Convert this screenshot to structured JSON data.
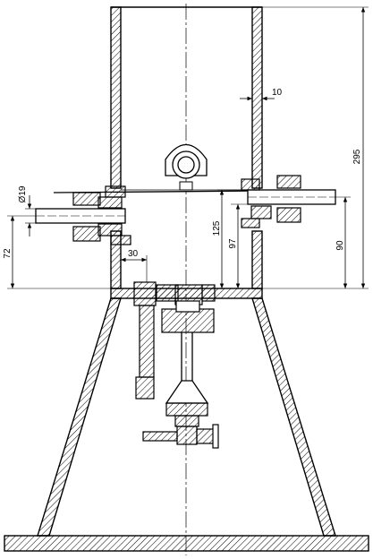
{
  "dimensions": {
    "d295": "295",
    "d10": "10",
    "d125": "125",
    "d97": "97",
    "d90": "90",
    "d72": "72",
    "d30": "30",
    "dia19": "Ø19"
  }
}
